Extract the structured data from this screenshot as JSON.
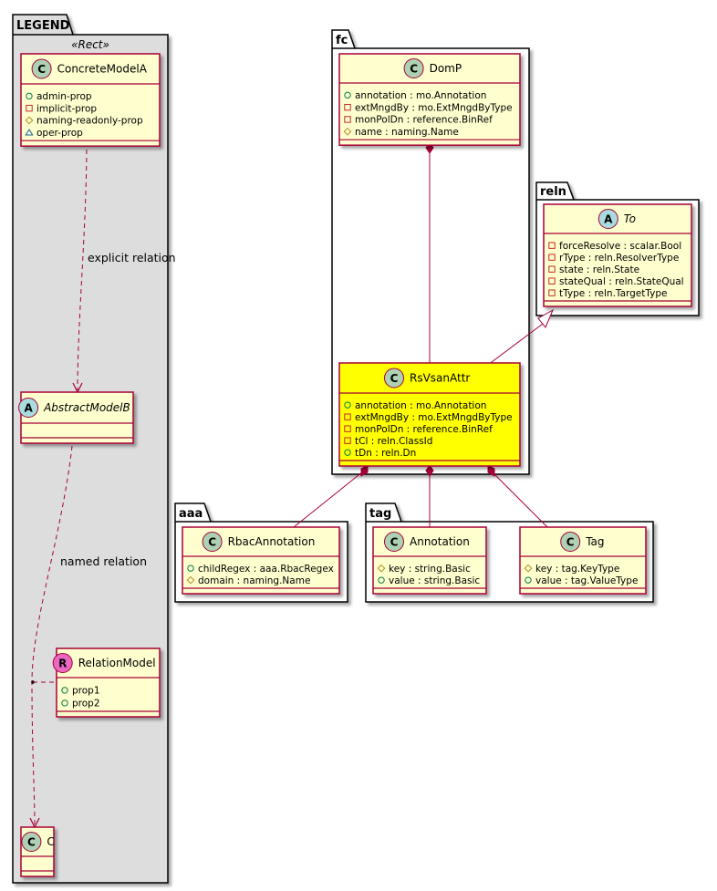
{
  "packages": {
    "legend": {
      "name": "LEGEND",
      "stereotype": "«Rect»"
    },
    "fc": {
      "name": "fc"
    },
    "reln": {
      "name": "reln"
    },
    "aaa": {
      "name": "aaa"
    },
    "tag": {
      "name": "tag"
    }
  },
  "classes": {
    "concrete_model_a": {
      "name": "ConcreteModelA",
      "kind": "C",
      "attrs": [
        {
          "vis": "+",
          "text": "admin-prop"
        },
        {
          "vis": "-",
          "text": "implicit-prop"
        },
        {
          "vis": "#",
          "text": "naming-readonly-prop"
        },
        {
          "vis": "~",
          "text": "oper-prop"
        }
      ]
    },
    "abstract_model_b": {
      "name": "AbstractModelB",
      "kind": "A",
      "attrs": []
    },
    "relation_model": {
      "name": "RelationModel",
      "kind": "R",
      "attrs": [
        {
          "vis": "+",
          "text": "prop1"
        },
        {
          "vis": "+",
          "text": "prop2"
        }
      ]
    },
    "c": {
      "name": "C",
      "kind": "C",
      "attrs": []
    },
    "domp": {
      "name": "DomP",
      "kind": "C",
      "attrs": [
        {
          "vis": "+",
          "text": "annotation : mo.Annotation"
        },
        {
          "vis": "-",
          "text": "extMngdBy : mo.ExtMngdByType"
        },
        {
          "vis": "-",
          "text": "monPolDn : reference.BinRef"
        },
        {
          "vis": "#",
          "text": "name : naming.Name"
        }
      ]
    },
    "rsvsanattr": {
      "name": "RsVsanAttr",
      "kind": "C",
      "attrs": [
        {
          "vis": "+",
          "text": "annotation : mo.Annotation"
        },
        {
          "vis": "-",
          "text": "extMngdBy : mo.ExtMngdByType"
        },
        {
          "vis": "-",
          "text": "monPolDn : reference.BinRef"
        },
        {
          "vis": "-",
          "text": "tCl : reln.ClassId"
        },
        {
          "vis": "+",
          "text": "tDn : reln.Dn"
        }
      ]
    },
    "to": {
      "name": "To",
      "kind": "A",
      "attrs": [
        {
          "vis": "-",
          "text": "forceResolve : scalar.Bool"
        },
        {
          "vis": "-",
          "text": "rType : reln.ResolverType"
        },
        {
          "vis": "-",
          "text": "state : reln.State"
        },
        {
          "vis": "-",
          "text": "stateQual : reln.StateQual"
        },
        {
          "vis": "-",
          "text": "tType : reln.TargetType"
        }
      ]
    },
    "rbac_annotation": {
      "name": "RbacAnnotation",
      "kind": "C",
      "attrs": [
        {
          "vis": "+",
          "text": "childRegex : aaa.RbacRegex"
        },
        {
          "vis": "#",
          "text": "domain : naming.Name"
        }
      ]
    },
    "annotation": {
      "name": "Annotation",
      "kind": "C",
      "attrs": [
        {
          "vis": "#",
          "text": "key : string.Basic"
        },
        {
          "vis": "+",
          "text": "value : string.Basic"
        }
      ]
    },
    "tag": {
      "name": "Tag",
      "kind": "C",
      "attrs": [
        {
          "vis": "#",
          "text": "key : tag.KeyType"
        },
        {
          "vis": "+",
          "text": "value : tag.ValueType"
        }
      ]
    }
  },
  "relations": {
    "explicit": {
      "label": "explicit relation"
    },
    "named": {
      "label": "named relation"
    }
  },
  "colors": {
    "class_fill": "#FEFECE",
    "class_border": "#A80036",
    "highlight_fill": "#FFFF00",
    "legend_fill": "#DDDDDD",
    "package_border": "#000000",
    "circle_class": "#ADD1B2",
    "circle_abstract": "#A9DCDF",
    "circle_relation": "#EB67C2",
    "edge_color": "#A80036"
  }
}
